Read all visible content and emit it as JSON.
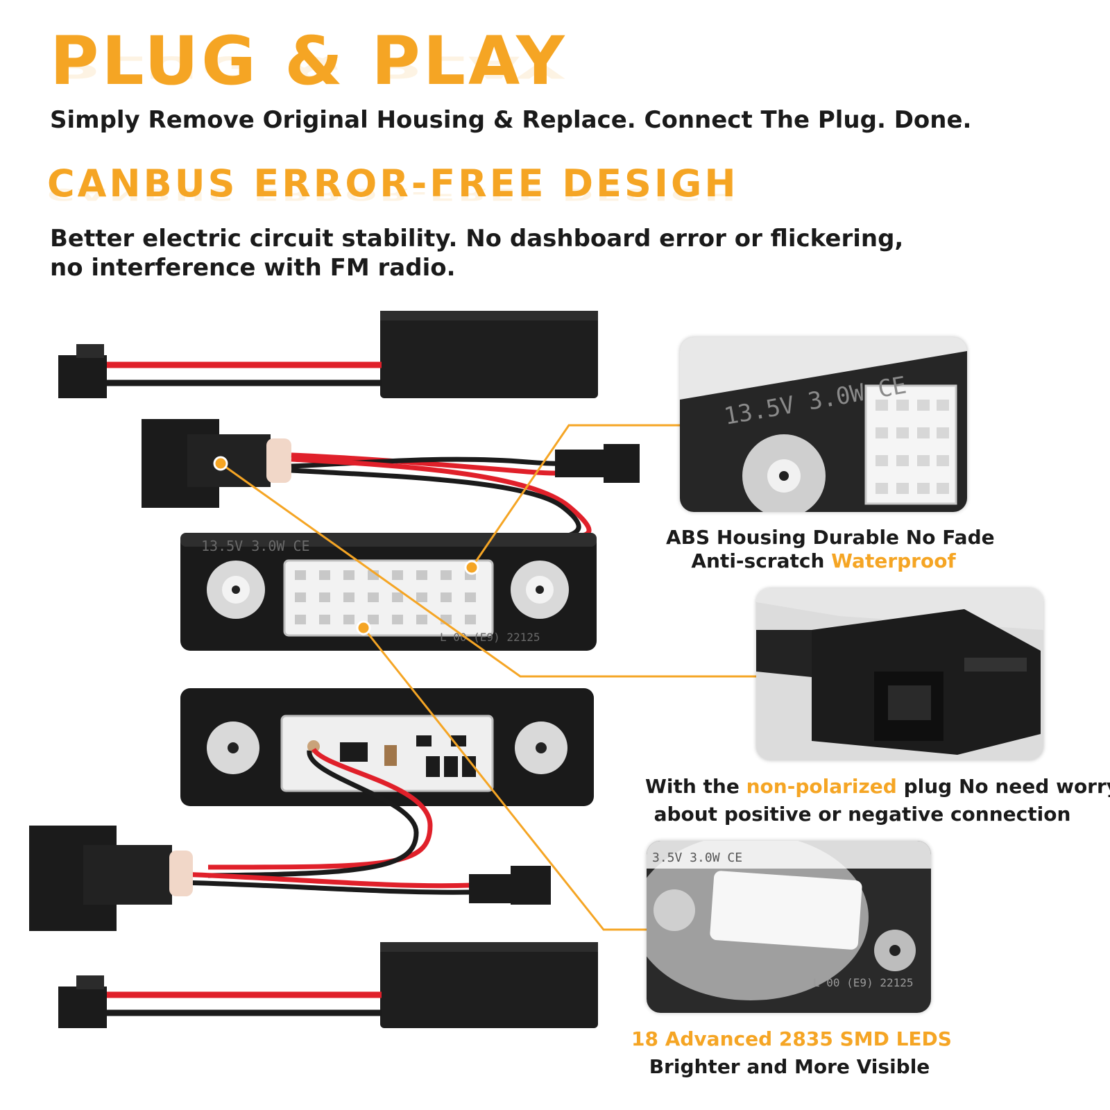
{
  "headline": "PLUG & PLAY",
  "headline_sub": "Simply Remove Original Housing & Replace. Connect The Plug. Done.",
  "canbus_title": "CANBUS ERROR-FREE DESIGH",
  "canbus_line1": "Better electric circuit stability. No dashboard error or flickering,",
  "canbus_line2": "no interference with FM radio.",
  "colors": {
    "accent": "#f5a524",
    "text": "#1a1a1a",
    "wire_red": "#e0202a",
    "wire_black": "#1b1b1b"
  },
  "product_print": {
    "rating": "13.5V  3.0W  CE",
    "code": "L 00 (E9) 22125"
  },
  "callouts": [
    {
      "caption_line1": "ABS Housing Durable No Fade",
      "caption_line2_prefix": "Anti-scratch ",
      "caption_line2_accent": "Waterproof",
      "photo_print": "13.5V  3.0W  CE"
    },
    {
      "caption_line1_prefix": "With the ",
      "caption_line1_accent": "non-polarized",
      "caption_line1_suffix": " plug No need worry",
      "caption_line2": "about positive or negative connection"
    },
    {
      "caption_line1": "18 Advanced 2835 SMD LEDS",
      "caption_line2": "Brighter and More Visible",
      "photo_print_top": "3.5V  3.0W  CE",
      "photo_print_bottom": "L 00 (E9) 22125"
    }
  ]
}
